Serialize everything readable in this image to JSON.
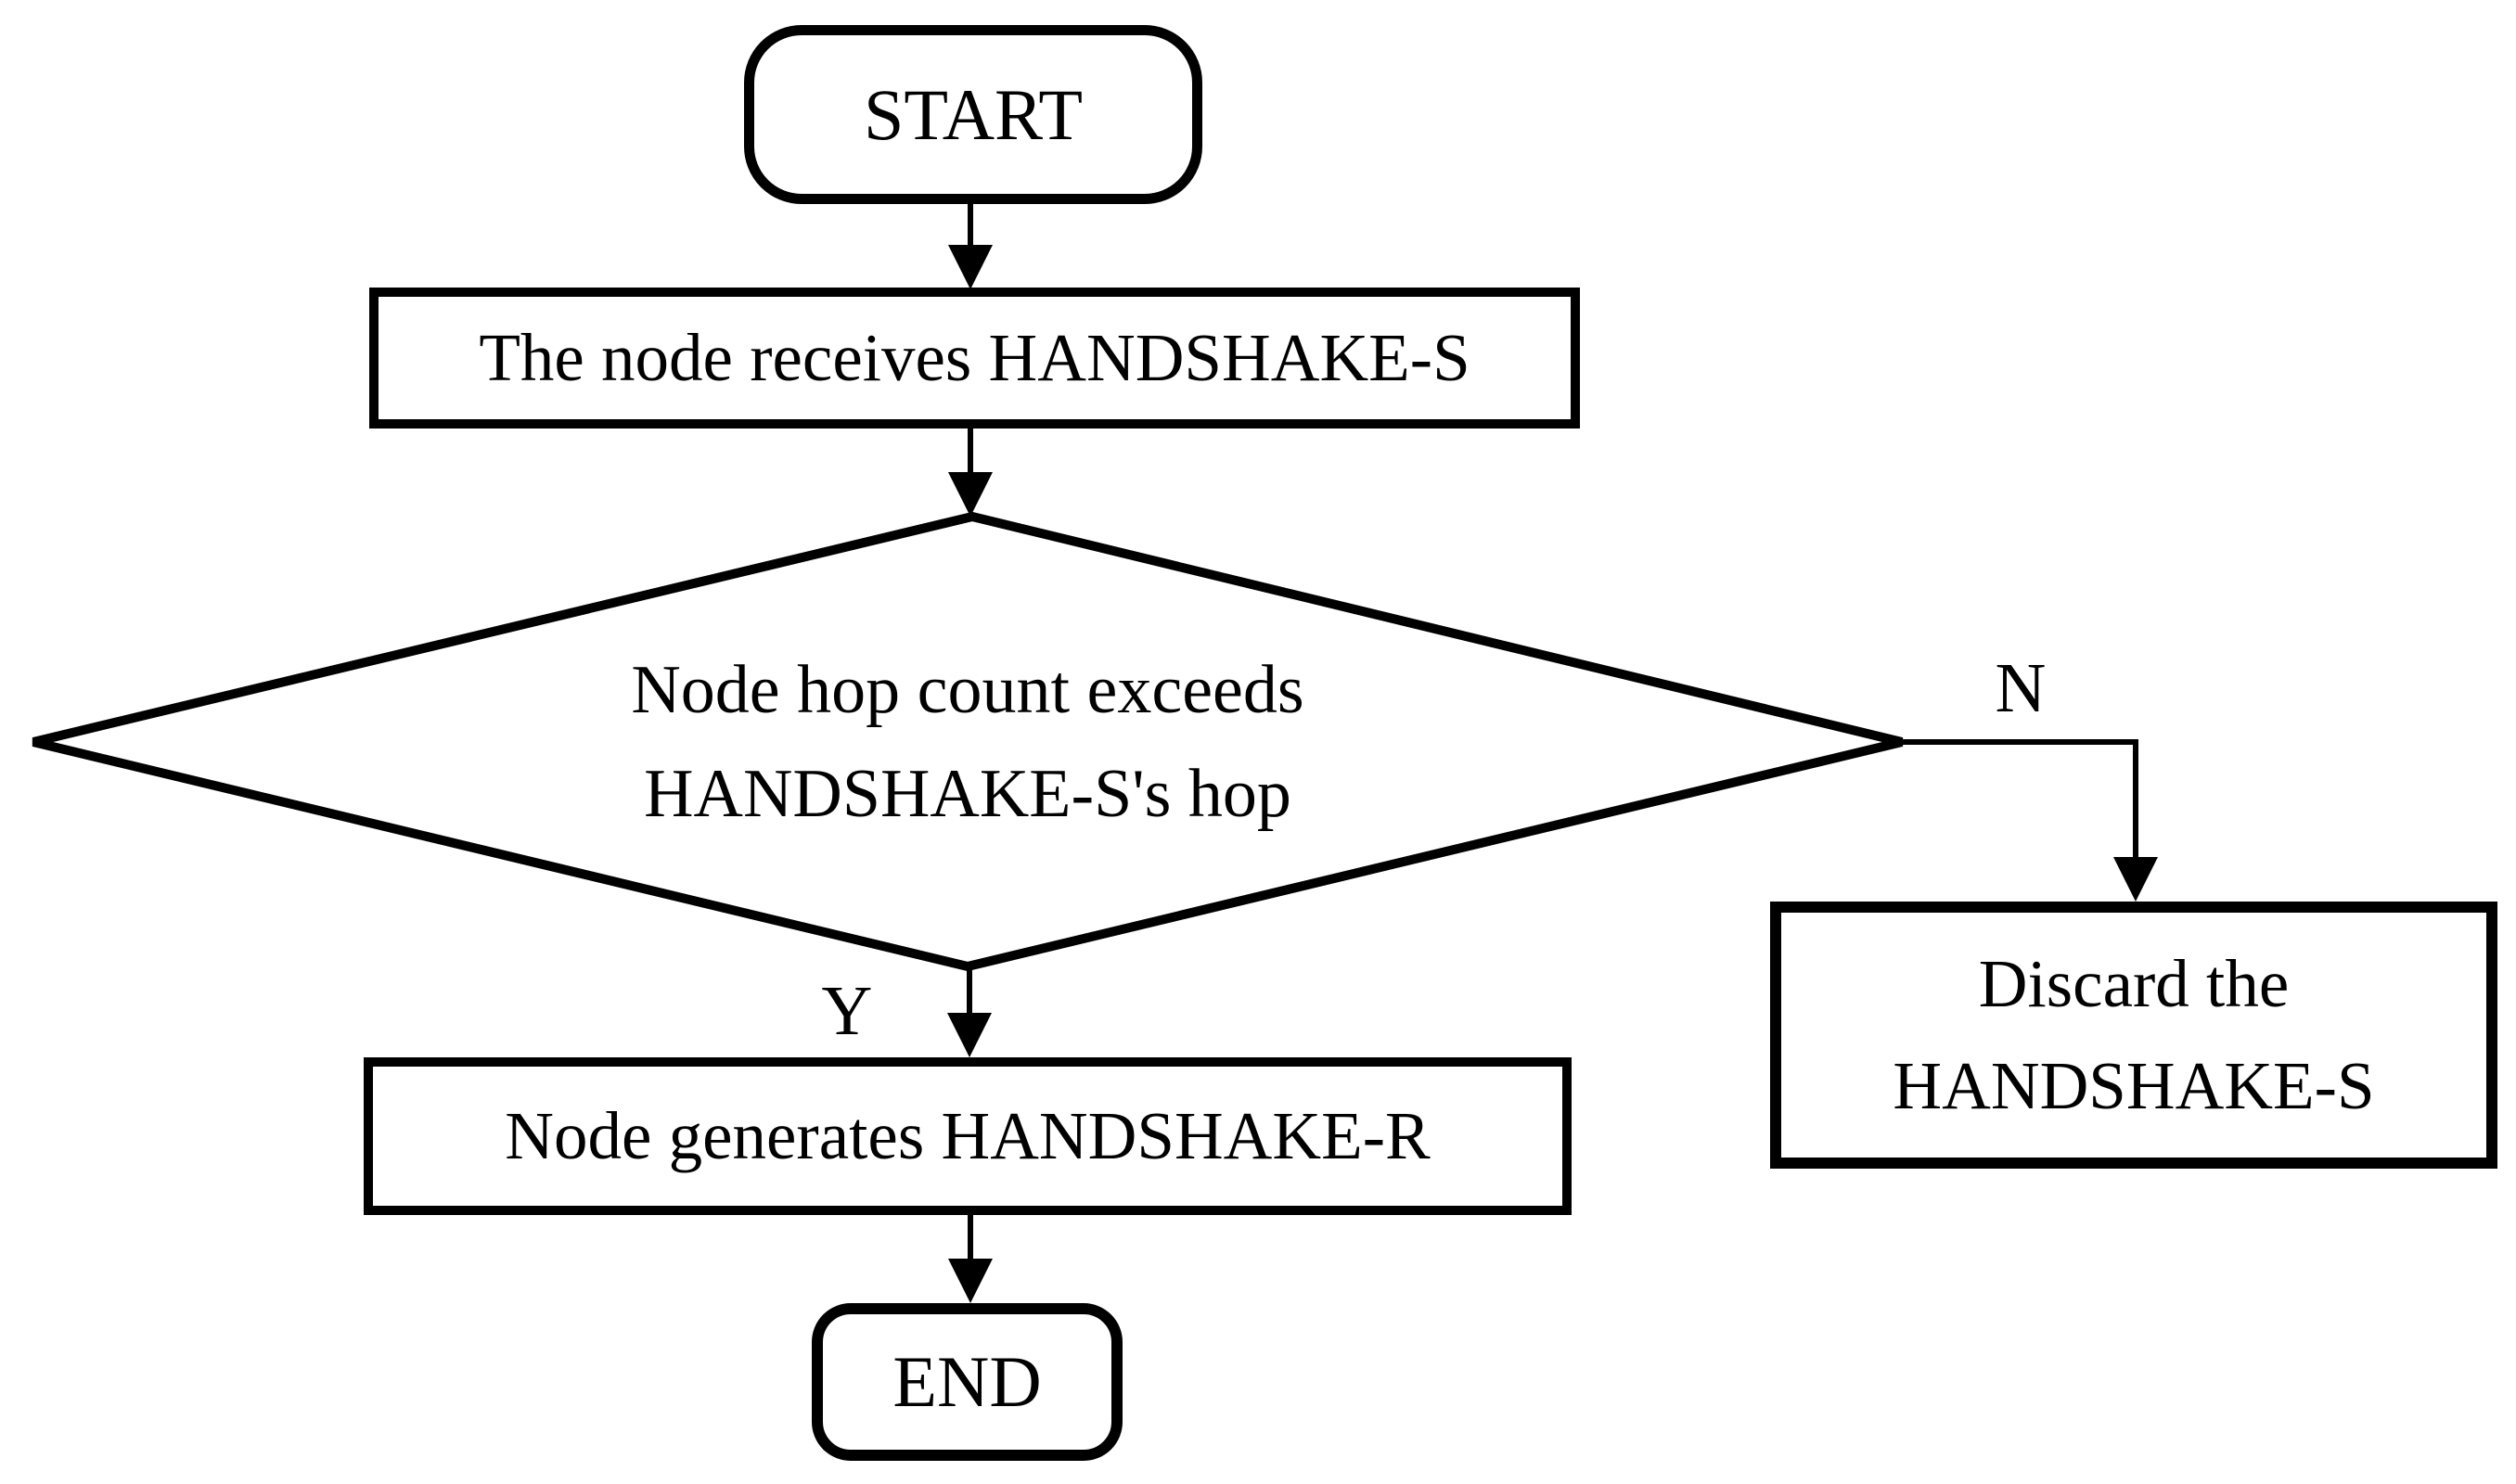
{
  "colors": {
    "background": "#ffffff",
    "line": "#000000"
  },
  "nodes": {
    "start": {
      "label": "START"
    },
    "receive": {
      "label": "The node receives HANDSHAKE-S"
    },
    "decision": {
      "line1": "Node hop count exceeds",
      "line2": "HANDSHAKE-S's hop"
    },
    "generate": {
      "label": "Node generates HANDSHAKE-R"
    },
    "discard": {
      "line1": "Discard the",
      "line2": "HANDSHAKE-S"
    },
    "end": {
      "label": "END"
    }
  },
  "edge_labels": {
    "yes": "Y",
    "no": "N"
  }
}
